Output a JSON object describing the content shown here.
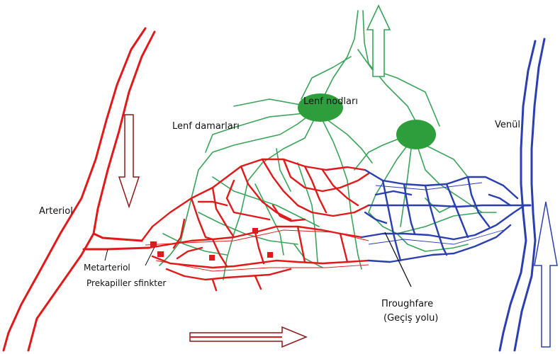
{
  "labels": {
    "lymph_nodes": "Lenf nodları",
    "lymph_vessels": "Lenf damarları",
    "venule": "Venül",
    "arteriole": "Arteriol",
    "metarteriole": "Metarteriol",
    "precapillary_sphincter": "Prekapiller sfinkter",
    "thoroughfare": "Πroughfare",
    "thoroughfare_tr": "(Geçiş yolu)"
  },
  "colors": {
    "arterial": "#e01a1a",
    "venous": "#2b3fb0",
    "lymph": "#3aa35a",
    "node": "#2e9e3c",
    "arrow_outline": "#8b1a1a"
  }
}
